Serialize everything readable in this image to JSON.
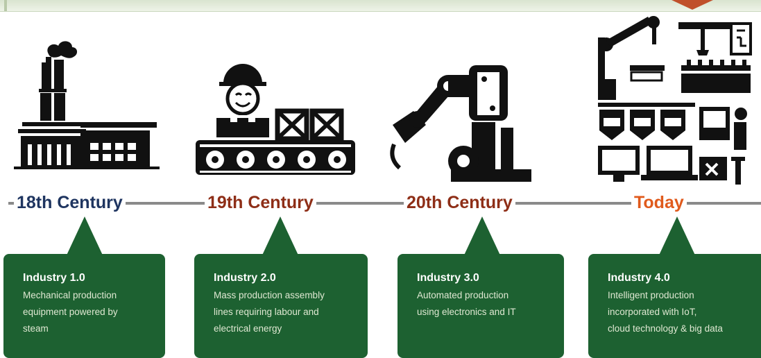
{
  "colors": {
    "card_bg": "#1d6131",
    "line": "#8a8a8a",
    "era_18": "#1f3560",
    "era_19": "#8e2e17",
    "era_20": "#8e2e17",
    "era_today": "#e05a1c",
    "icon": "#111111",
    "accent_arrow": "#c0502b"
  },
  "stages": [
    {
      "era": "18th Century",
      "title": "Industry 1.0",
      "description": "Mechanical production\nequipment powered by\nsteam",
      "icon": "steam-factory-icon"
    },
    {
      "era": "19th Century",
      "title": "Industry 2.0",
      "description": "Mass production assembly\nlines requiring labour and\nelectrical energy",
      "icon": "assembly-line-worker-icon"
    },
    {
      "era": "20th Century",
      "title": "Industry 3.0",
      "description": "Automated production\nusing electronics and IT",
      "icon": "robotic-arm-icon"
    },
    {
      "era": "Today",
      "title": "Industry 4.0",
      "description": "Intelligent production\nincorporated with IoT,\ncloud technology & big data",
      "icon": "smart-factory-icon"
    }
  ]
}
